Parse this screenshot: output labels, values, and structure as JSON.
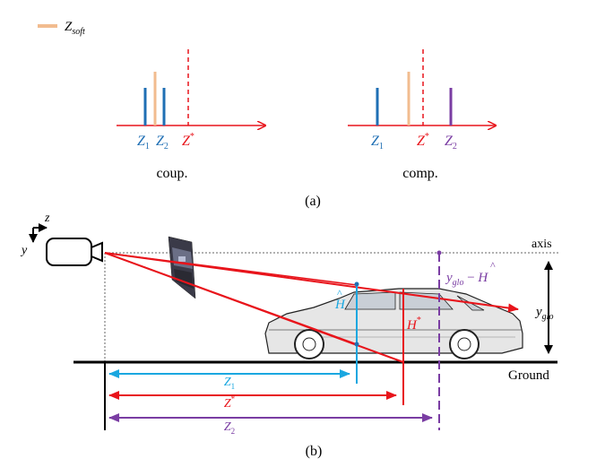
{
  "legend": {
    "swatch_color": "#F2BC8F",
    "label_main": "Z",
    "label_sub": "soft"
  },
  "panel_a": {
    "caption": "(a)",
    "coup": {
      "caption": "coup.",
      "labels": {
        "z1": "Z",
        "z1_sub": "1",
        "z2": "Z",
        "z2_sub": "2",
        "zstar": "Z",
        "zstar_sup": "*"
      }
    },
    "comp": {
      "caption": "comp.",
      "labels": {
        "z1": "Z",
        "z1_sub": "1",
        "zstar": "Z",
        "zstar_sup": "*",
        "z2": "Z",
        "z2_sub": "2"
      }
    }
  },
  "panel_b": {
    "caption": "(b)",
    "axis_label": "axis",
    "ground_label": "Ground",
    "coord_z": "z",
    "coord_y": "y",
    "h_hat": "H",
    "h_star": "H",
    "h_star_sup": "*",
    "yglo_minus": {
      "y": "y",
      "sub": "glo",
      "op": " − ",
      "H": "H"
    },
    "yglo": {
      "y": "y",
      "sub": "glo"
    },
    "dist": {
      "z1": {
        "main": "Z",
        "sub": "1"
      },
      "zstar": {
        "main": "Z",
        "sup": "*"
      },
      "z2": {
        "main": "Z",
        "sub": "2"
      }
    }
  },
  "colors": {
    "blue": "#1F6FB4",
    "cyan": "#1AA7E0",
    "red": "#E8141B",
    "purple": "#7A3DA3",
    "peach": "#F2BC8F",
    "black": "#000000"
  }
}
